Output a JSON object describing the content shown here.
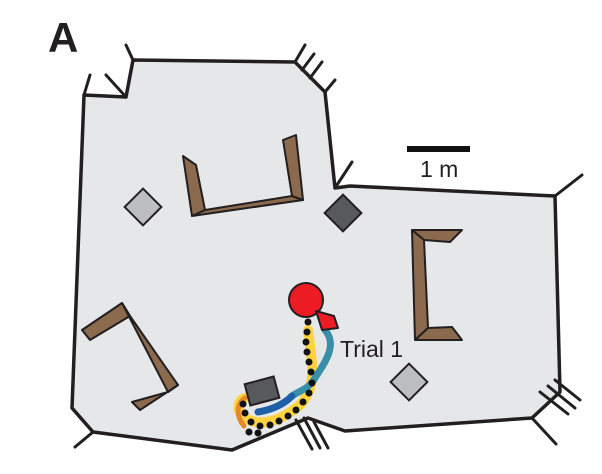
{
  "panel_label": "A",
  "scale_bar": {
    "label": "1 m"
  },
  "annotation": {
    "trial_label": "Trial 1"
  },
  "colors": {
    "arena_fill": "#e6e7e8",
    "arena_stroke": "#231f20",
    "wall_fill": "#8b6a4e",
    "light_block": "#bcbec0",
    "dark_block": "#58595b",
    "goal": "#ed1c24",
    "path_yellow": "#ffd33d",
    "path_teal": "#3a8fa8",
    "path_blue": "#1f5fa8",
    "dot": "#111111"
  }
}
